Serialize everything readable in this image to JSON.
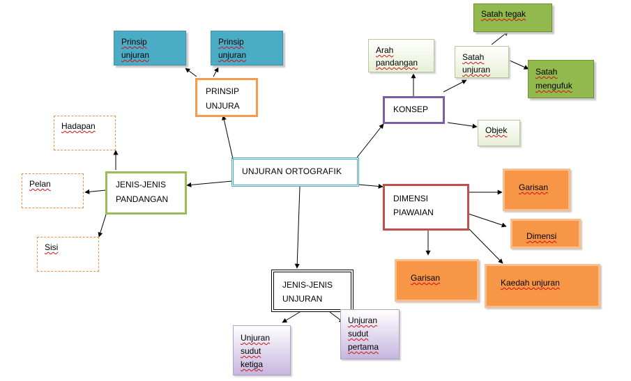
{
  "diagram": {
    "center": "UNJURAN ORTOGRAFIK",
    "prinsip_unjura": {
      "lines": [
        "PRINSIP",
        "UNJURA"
      ]
    },
    "prinsip_unjuran_left": {
      "lines": [
        "Prinsip",
        "unjuran"
      ]
    },
    "prinsip_unjuran_right": {
      "lines": [
        "Prinsip",
        "unjuran"
      ]
    },
    "konsep": "KONSEP",
    "arah_pandangan": {
      "lines": [
        "Arah",
        "pandangan"
      ]
    },
    "satah_unjuran": {
      "lines": [
        "Satah",
        "unjuran"
      ]
    },
    "satah_tegak": "Satah tegak",
    "satah_mengufuk": {
      "lines": [
        "Satah",
        "mengufuk"
      ]
    },
    "objek": "Objek",
    "jenis_pandangan": {
      "lines": [
        "JENIS-JENIS",
        "PANDANGAN"
      ]
    },
    "hadapan": "Hadapan",
    "pelan": "Pelan",
    "sisi": "Sisi",
    "dimensi_piawaian": {
      "lines": [
        "DIMENSI",
        "PIAWAIAN"
      ]
    },
    "garisan_top": "Garisan",
    "dimensi": "Dimensi",
    "garisan_bottom": "Garisan",
    "kaedah_unjuran": "Kaedah unjuran",
    "jenis_unjuran": {
      "lines": [
        "JENIS-JENIS",
        "UNJURAN"
      ]
    },
    "sudut_ketiga": {
      "lines": [
        "Unjuran",
        "sudut",
        "ketiga"
      ]
    },
    "sudut_pertama": {
      "lines": [
        "Unjuran",
        "sudut",
        "pertama"
      ]
    }
  },
  "colors": {
    "center_border": "#4aacc6",
    "prinsip_border": "#f59a4f",
    "konsep_border": "#7b5ea7",
    "pandangan_border": "#9bbb59",
    "dimensi_border": "#c0504d",
    "unjuran_border": "#000000",
    "blue_fill": "#4bacc6",
    "green_fill": "#92b94d",
    "orange_fill": "#f79646",
    "connector": "#000000"
  }
}
